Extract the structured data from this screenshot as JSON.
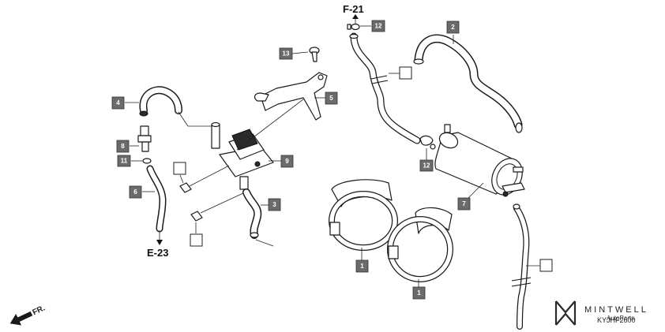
{
  "refs": {
    "top": "F-21",
    "bottom_left": "E-23"
  },
  "callouts": {
    "c1a": "1",
    "c1b": "1",
    "c2": "2",
    "c3": "3",
    "c4": "4",
    "c5": "5",
    "c6": "6",
    "c7": "7",
    "c8": "8",
    "c9": "9",
    "c11": "11",
    "c12a": "12",
    "c12b": "12",
    "c13": "13"
  },
  "direction": {
    "label": "FR."
  },
  "brand": {
    "name": "MINTWELL",
    "tagline": "AutoParts",
    "code": "KYJHF2600"
  }
}
